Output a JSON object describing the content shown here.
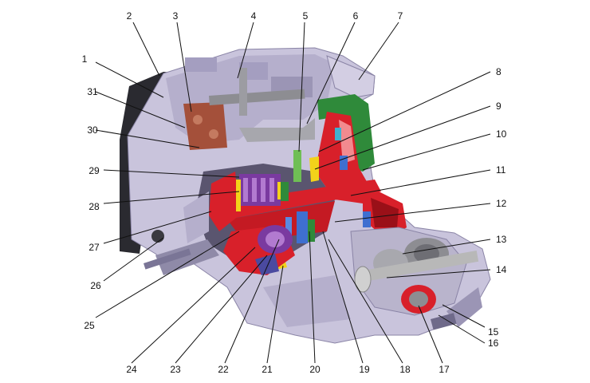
{
  "callouts": [
    "1",
    "2",
    "3",
    "4",
    "5",
    "6",
    "7",
    "8",
    "9",
    "10",
    "11",
    "12",
    "13",
    "14",
    "15",
    "16",
    "17",
    "18",
    "19",
    "20",
    "21",
    "22",
    "23",
    "24",
    "25",
    "26",
    "27",
    "28",
    "29",
    "30",
    "31"
  ],
  "colors": {
    "casing": "#c9c4dc",
    "casing_shadow": "#9b95b5",
    "casing_dark": "#6f6a8a",
    "cover_black": "#2a2a30",
    "cut_red": "#d8202a",
    "cut_dark_red": "#9a1018",
    "accent_yellow": "#f2d21a",
    "accent_green": "#2f8a3a",
    "accent_blue": "#3f6fd0",
    "accent_purple": "#7a3aa0",
    "copper": "#a4503a",
    "steel": "#b8b8b8"
  }
}
